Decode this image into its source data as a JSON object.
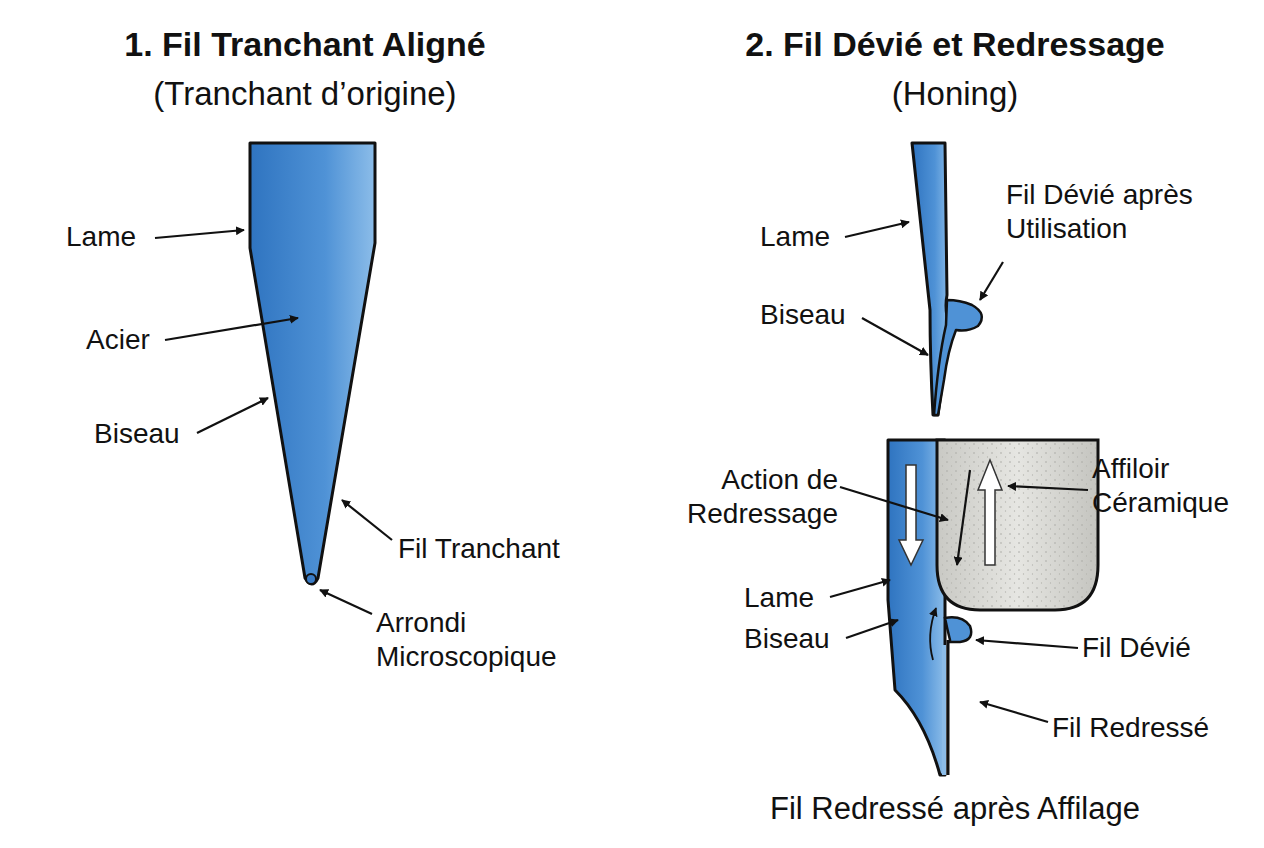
{
  "diagram": {
    "caption": "Fil Redressé après Affilage",
    "labels": [
      "1. Fil Tranchant Aligné",
      "(Tranchant d’origine)",
      "2. Fil Dévié et Redressage",
      "(Honing)",
      "Lame",
      "Acier",
      "Biseau",
      "Fil Tranchant",
      "Arrondi Microscopique",
      "Lame",
      "Fil Dévié après Utilisation",
      "Biseau",
      "Action de Redressage",
      "Affiloir Céramique",
      "Lame",
      "Biseau",
      "Fil Dévié",
      "Fil Redressé"
    ]
  }
}
